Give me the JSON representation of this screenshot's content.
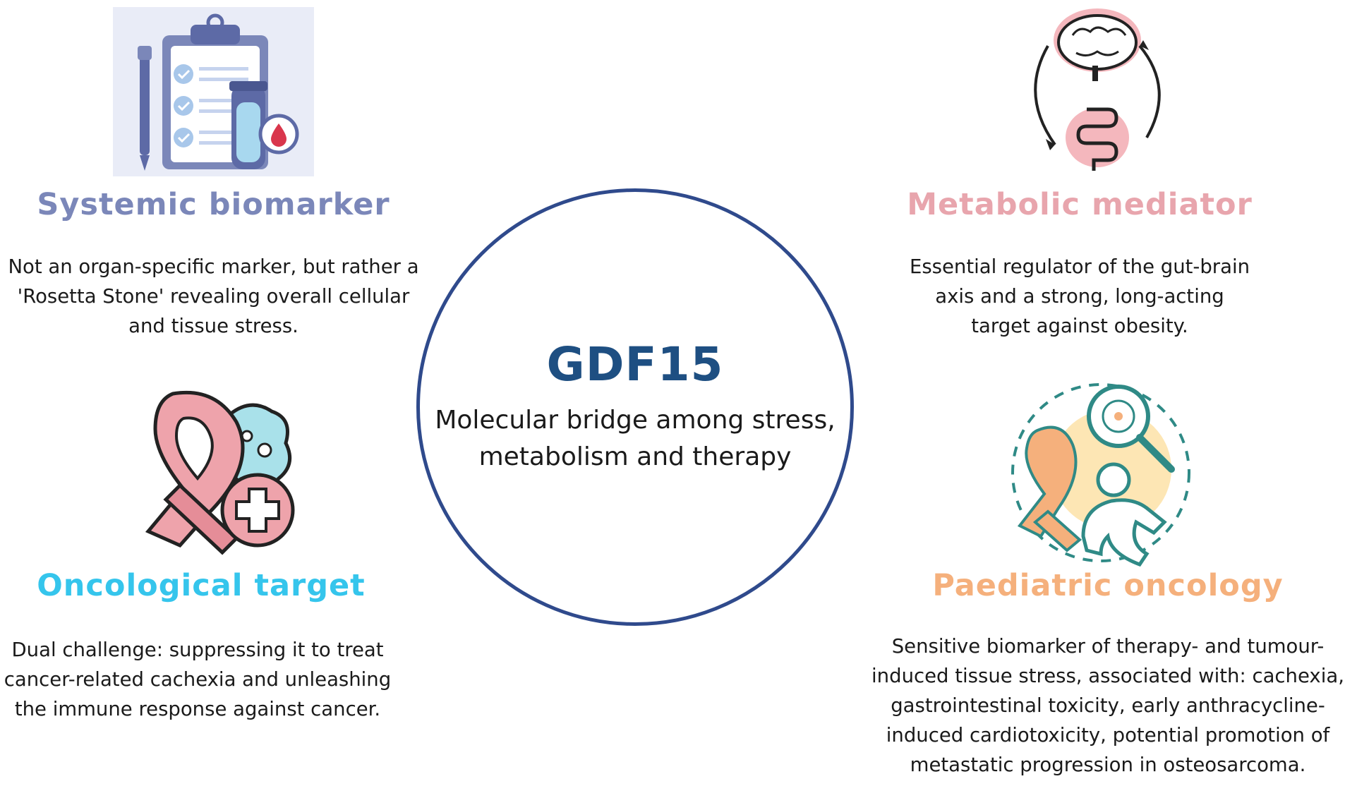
{
  "center": {
    "title": "GDF15",
    "subtitle": "Molecular bridge among stress, metabolism and therapy"
  },
  "sections": {
    "biomarker": {
      "heading": "Systemic biomarker",
      "text": "Not an organ-specific marker, but rather a 'Rosetta Stone' revealing overall cellular and tissue stress.",
      "color": "#7b87b9",
      "icon": "clipboard-test-icon"
    },
    "metabolic": {
      "heading": "Metabolic mediator",
      "text": "Essential regulator of the gut-brain axis and a strong, long-acting target against obesity.",
      "color": "#e8a5ad",
      "icon": "gut-brain-axis-icon"
    },
    "oncology": {
      "heading": "Oncological target",
      "text": "Dual challenge: suppressing it to treat cancer-related cachexia and unleashing the immune response against cancer.",
      "color": "#35c5ec",
      "icon": "cancer-ribbon-icon"
    },
    "paediatric": {
      "heading": "Paediatric oncology",
      "text": "Sensitive biomarker of therapy- and tumour-induced tissue stress, associated with: cachexia, gastrointestinal toxicity, early anthracycline-induced cardiotoxicity, potential promotion of metastatic progression in osteosarcoma.",
      "color": "#f5b07c",
      "icon": "paediatric-oncology-icon"
    }
  }
}
